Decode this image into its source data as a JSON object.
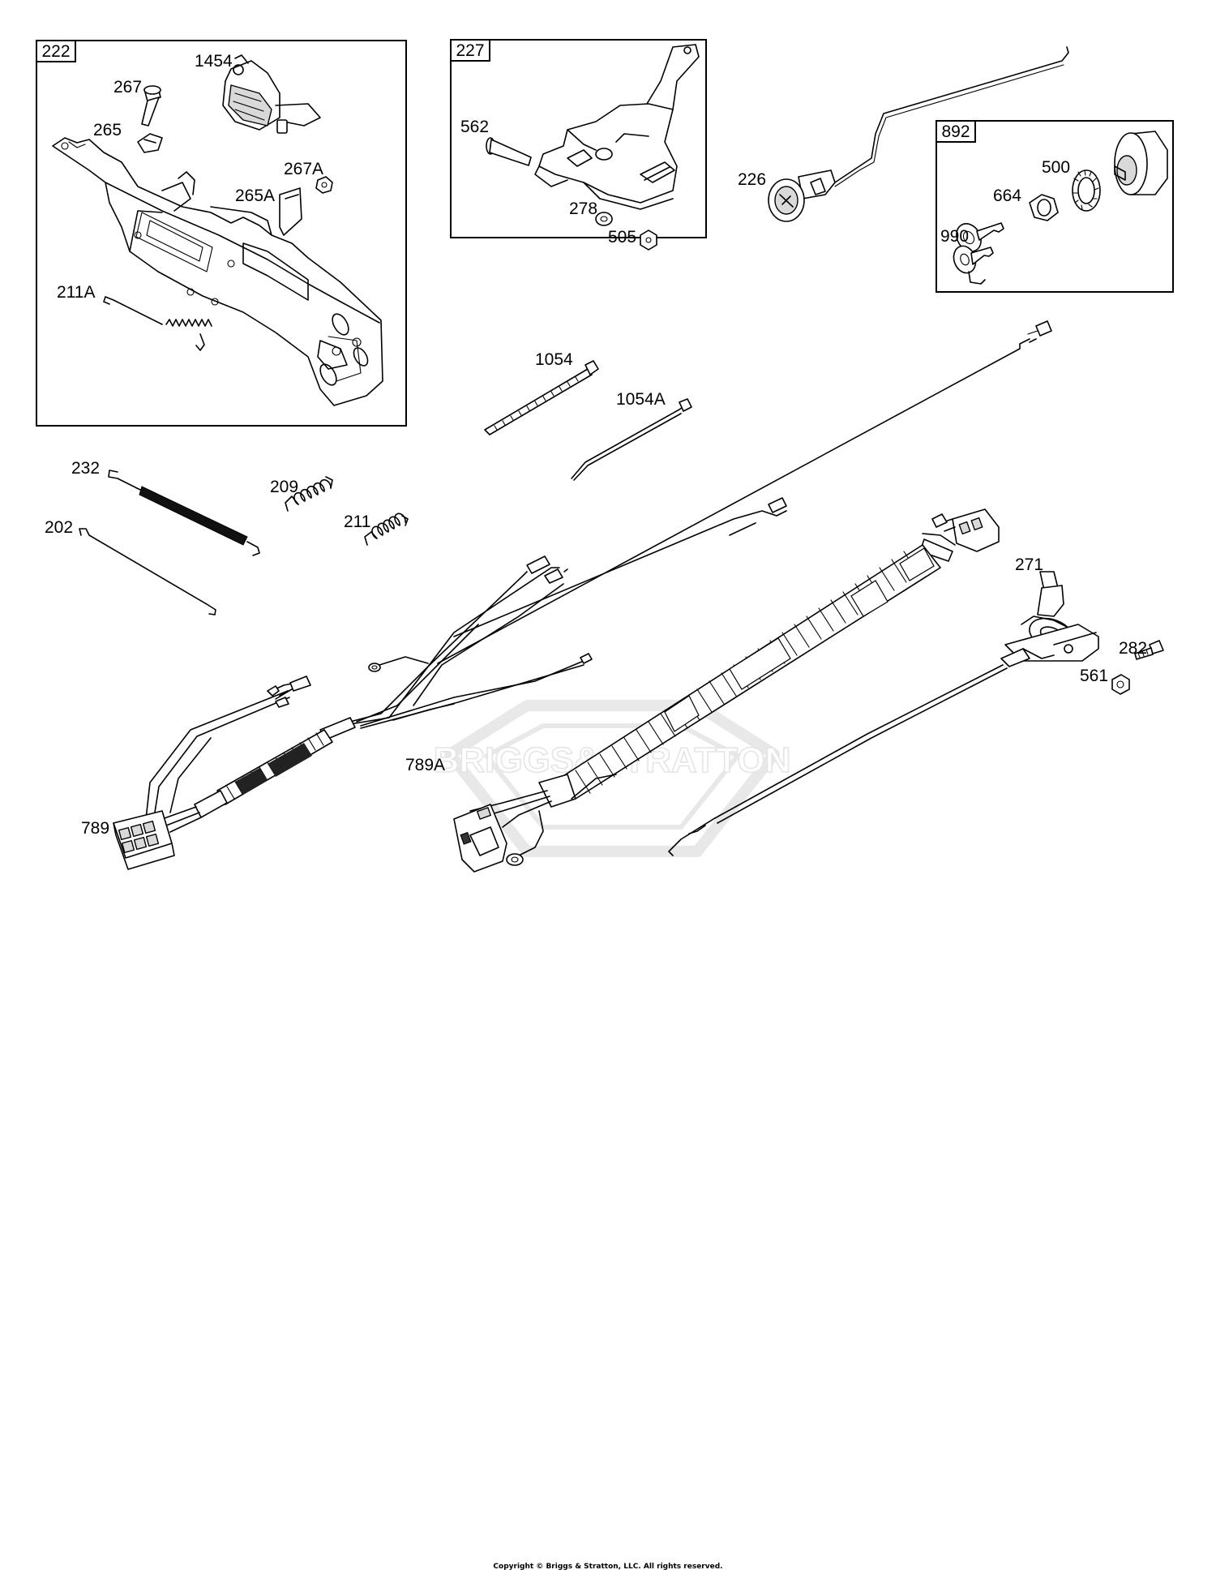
{
  "watermark": {
    "text": "BRIGGS&STRATTON",
    "registered": "®"
  },
  "boxes": [
    {
      "id": "box-222",
      "tag": "222"
    },
    {
      "id": "box-227",
      "tag": "227"
    },
    {
      "id": "box-892",
      "tag": "892"
    }
  ],
  "labels": {
    "l1454": "1454",
    "l267": "267",
    "l265": "265",
    "l267A": "267A",
    "l265A": "265A",
    "l211A": "211A",
    "l562": "562",
    "l278": "278",
    "l505": "505",
    "l226": "226",
    "l500": "500",
    "l664": "664",
    "l990": "990",
    "l1054": "1054",
    "l1054A": "1054A",
    "l232": "232",
    "l202": "202",
    "l209": "209",
    "l211": "211",
    "l789": "789",
    "l789A": "789A",
    "l271": "271",
    "l282": "282",
    "l561": "561"
  },
  "footer": {
    "copyright": "Copyright © Briggs & Stratton, LLC. All rights reserved."
  }
}
